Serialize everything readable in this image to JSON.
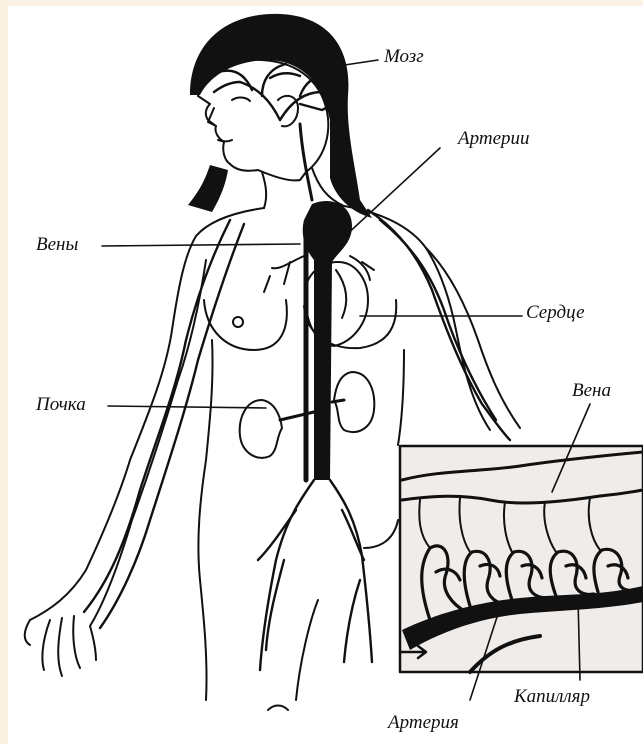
{
  "colors": {
    "background": "#fbf1e2",
    "ink": "#111111"
  },
  "labels": {
    "brain": "Мозг",
    "arteries": "Артерии",
    "veins": "Вены",
    "heart": "Сердце",
    "kidney": "Почка",
    "vein": "Вена",
    "capillary": "Капилляр",
    "artery": "Артерия"
  }
}
